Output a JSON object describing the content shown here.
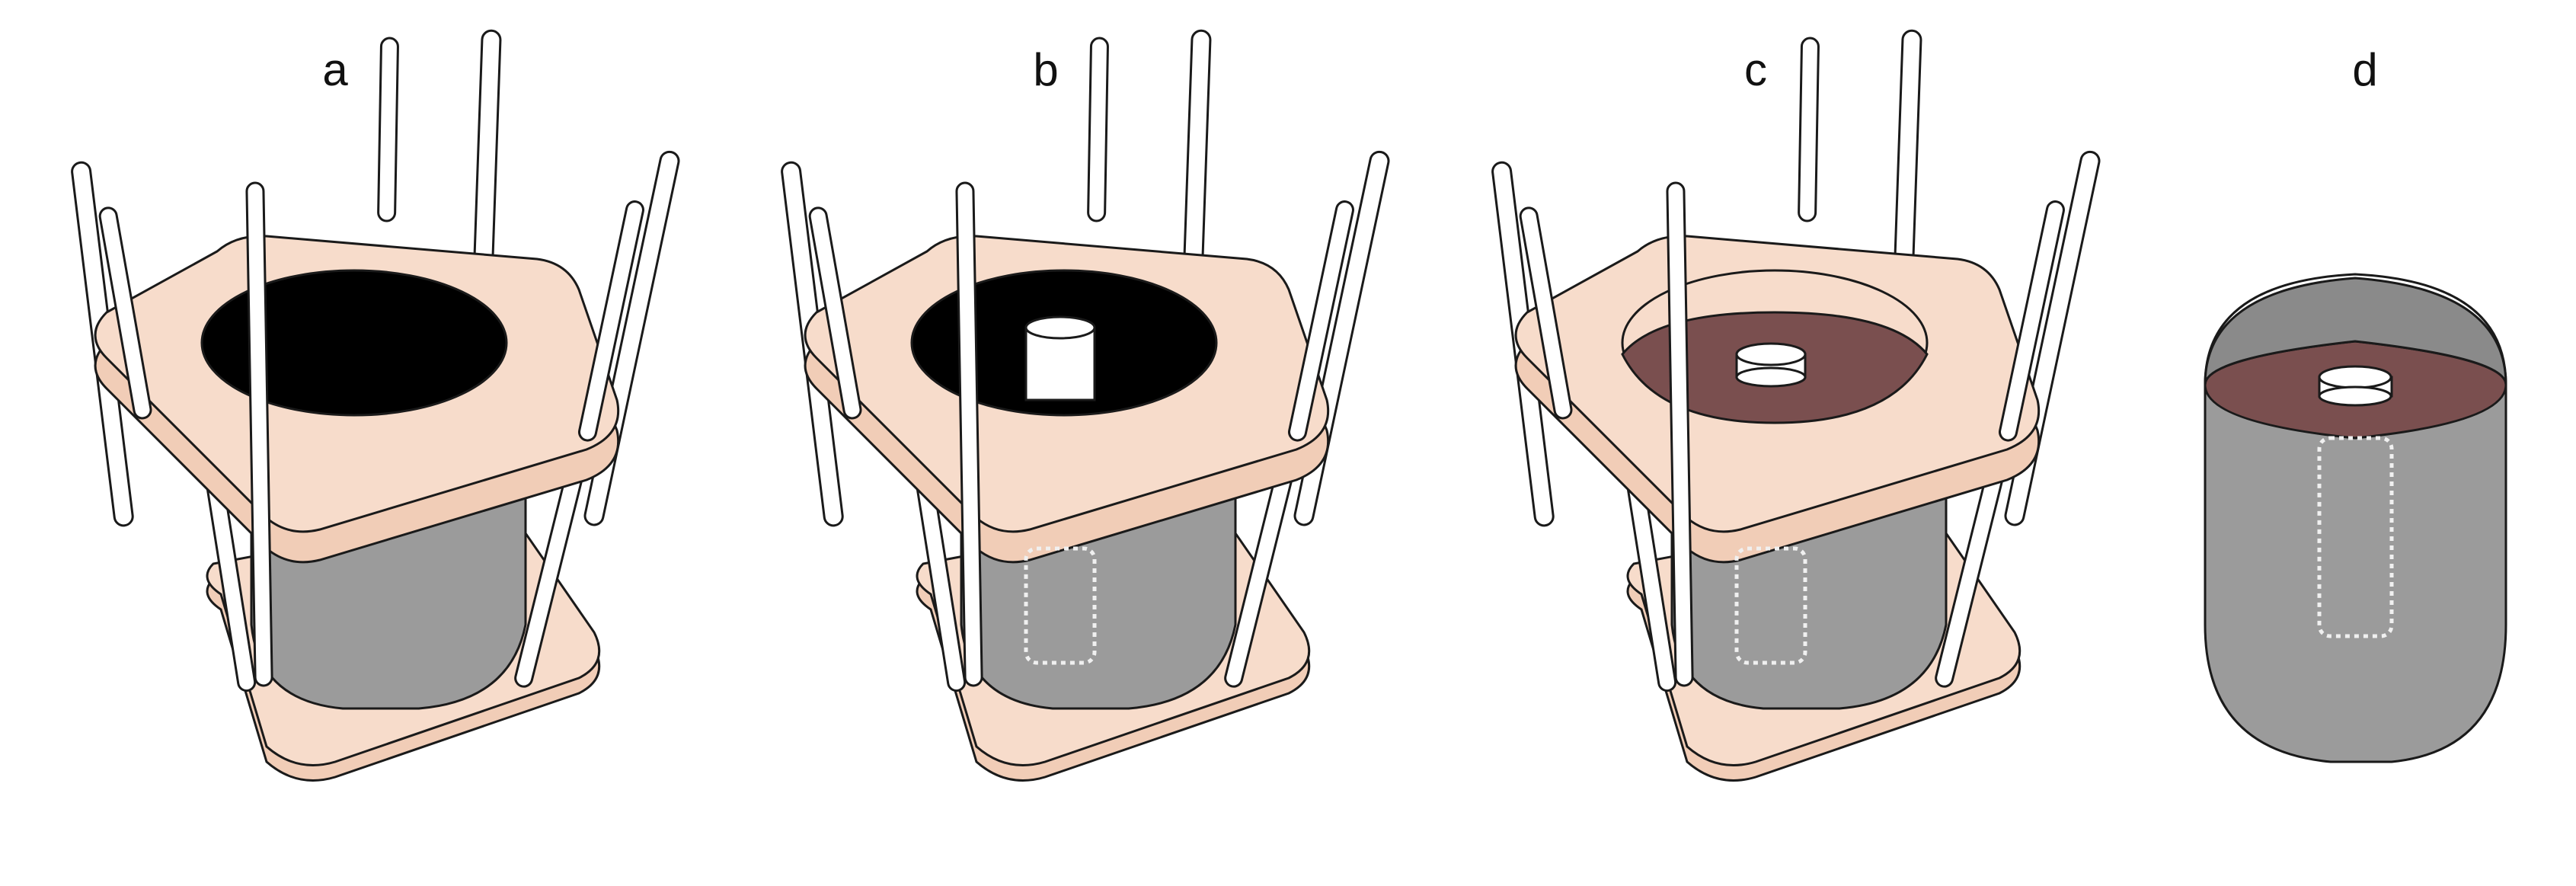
{
  "panels": [
    {
      "label": "a",
      "contents": "empty"
    },
    {
      "label": "b",
      "contents": "insert"
    },
    {
      "label": "c",
      "contents": "filled"
    },
    {
      "label": "d",
      "contents": "cast"
    }
  ],
  "colors": {
    "plate": "#f7dccb",
    "plate_edge": "#f1cdb7",
    "cylinder": "#9b9b9b",
    "cylinder_dark": "#8a8a8a",
    "void": "#000000",
    "fill": "#7a4f4f",
    "insert": "#ffffff",
    "rod": "#ffffff",
    "outline": "#1a1a1a",
    "insert_outline": "#f0f0f0"
  }
}
